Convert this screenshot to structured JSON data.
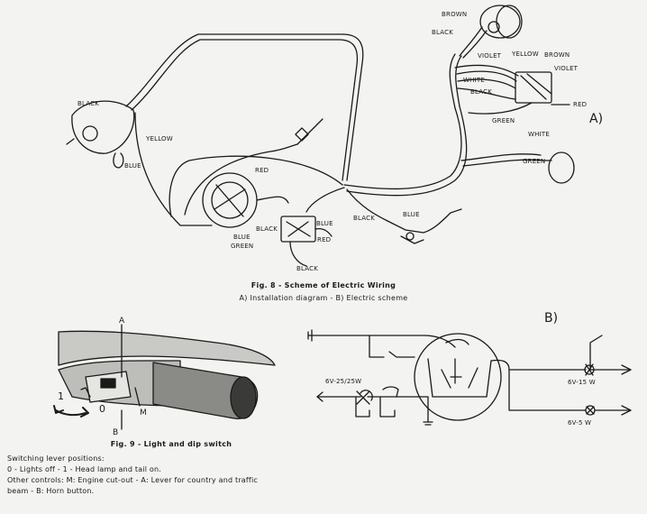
{
  "fig8": {
    "title": "Fig. 8 - Scheme of Electric Wiring",
    "subtitle": "A) Installation diagram - B) Electric scheme",
    "marker_a": "A)",
    "marker_b": "B)"
  },
  "fig9": {
    "title": "Fig. 9 - Light and dip switch",
    "legend": [
      "Switching lever positions:",
      "0 - Lights off - 1 - Head lamp and tail on.",
      "Other controls: M: Engine cut-out - A: Lever for country and traffic",
      "beam - B: Horn button."
    ],
    "callouts": {
      "a": "A",
      "b": "B",
      "m": "M",
      "one": "1",
      "zero": "0"
    }
  },
  "wire_labels": {
    "brown_top": "BROWN",
    "black_top": "BLACK",
    "yellow_right": "YELLOW",
    "brown_right": "BROWN",
    "violet_1": "VIOLET",
    "violet_2": "VIOLET",
    "white_right": "WHITE",
    "black_right": "BLACK",
    "red_right": "RED",
    "green_right": "GREEN",
    "white_tail": "WHITE",
    "green_tail": "GREEN",
    "black_left": "BLACK",
    "yellow_left": "YELLOW",
    "blue_left": "BLUE",
    "red_mag": "RED",
    "black_mag": "BLACK",
    "blue_mag": "BLUE",
    "green_mag": "GREEN",
    "blue_reg": "BLUE",
    "red_reg": "RED",
    "black_reg": "BLACK",
    "black_horn": "BLACK",
    "blue_horn": "BLUE"
  },
  "scheme_labels": {
    "headlamp_bulb": "6V-25/25W",
    "tail_bulb": "6V-15 W",
    "stop_bulb": "6V-5 W"
  }
}
